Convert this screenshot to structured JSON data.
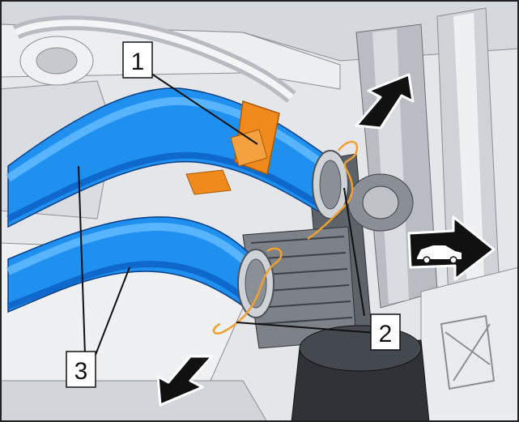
{
  "colors": {
    "background": "#e4e6e9",
    "frame": "#222222",
    "hose": "#1f8ff0",
    "hose_dark": "#0b5fc4",
    "hose_light": "#66bdff",
    "clamp": "#f08a1c",
    "spring_clip": "#f0a030",
    "metal_light": "#f2f3f5",
    "metal_mid": "#c9ccd1",
    "metal_dark": "#6c7076",
    "arrow_fill": "#111111",
    "arrow_outline": "#ffffff"
  },
  "callouts": [
    {
      "id": "1",
      "label": "1"
    },
    {
      "id": "2",
      "label": "2"
    },
    {
      "id": "3",
      "label": "3"
    }
  ],
  "icons": {
    "direction_arrow_up": "arrow-up-right-icon",
    "direction_arrow_down": "arrow-down-left-icon",
    "vehicle_direction": "car-forward-arrow-icon"
  }
}
